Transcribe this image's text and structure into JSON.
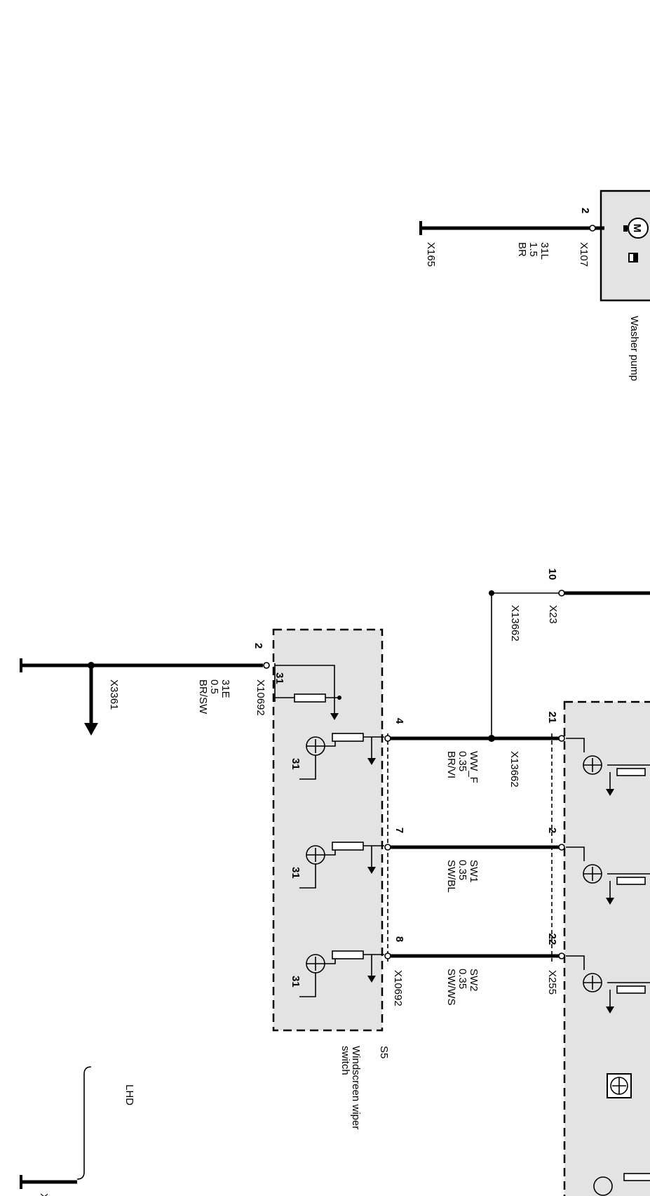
{
  "washer_pump": {
    "title": "Washer pump",
    "pin": "2",
    "connector": "X107",
    "wire_id": "31L",
    "wire_size": "1.5",
    "wire_color": "BR",
    "ground": "X165",
    "motor_symbol": "M"
  },
  "top_connector": {
    "pin": "10",
    "connector": "X23",
    "splice": "X13662"
  },
  "switch": {
    "code": "S5",
    "name_line1": "Windscreen wiper",
    "name_line2": "switch",
    "ground_pin": "2",
    "ground_connector": "X10692",
    "ground_wire_id": "31E",
    "ground_wire_size": "0.5",
    "ground_wire_color": "BR/SW",
    "ground_terminal": "31",
    "ground_splice": "X3361",
    "transistor_terminal": "31",
    "bottom_connector": "X10692"
  },
  "wires": [
    {
      "switch_pin": "4",
      "module_pin": "21",
      "wire_id": "WW_F",
      "wire_size": "0.35",
      "wire_color": "BR/VI",
      "splice": "X13662"
    },
    {
      "switch_pin": "7",
      "module_pin": "2",
      "wire_id": "SW1",
      "wire_size": "0.35",
      "wire_color": "SW/BL"
    },
    {
      "switch_pin": "8",
      "module_pin": "22",
      "wire_id": "SW2",
      "wire_size": "0.35",
      "wire_color": "SW/WS"
    }
  ],
  "module": {
    "connector": "X255"
  },
  "note": {
    "lhd": "LHD",
    "bottom_fragment": "X"
  }
}
